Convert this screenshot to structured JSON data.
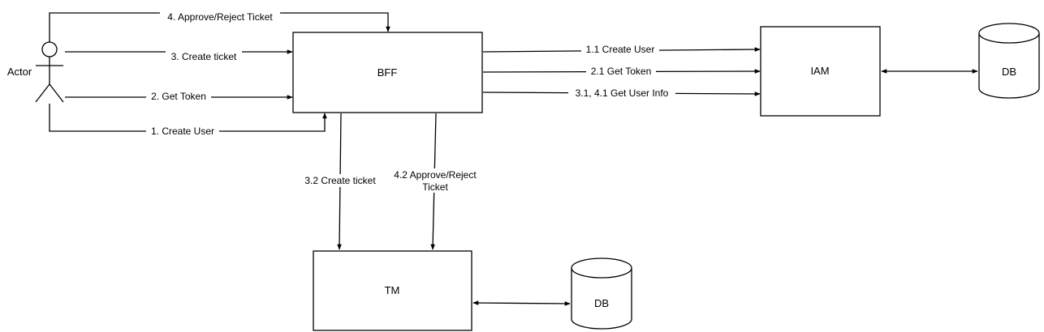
{
  "nodes": {
    "actor": "Actor",
    "bff": "BFF",
    "iam": "IAM",
    "tm": "TM",
    "db_iam": "DB",
    "db_tm": "DB"
  },
  "edges": {
    "approve_reject": "4. Approve/Reject Ticket",
    "create_ticket": "3. Create ticket",
    "get_token": "2. Get Token",
    "create_user": "1. Create User",
    "iam_create_user": "1.1 Create User",
    "iam_get_token": "2.1 Get Token",
    "iam_get_user_info": "3.1, 4.1 Get User Info",
    "tm_create_ticket": "3.2 Create ticket",
    "tm_approve_reject_line1": "4.2 Approve/Reject",
    "tm_approve_reject_line2": "Ticket"
  }
}
